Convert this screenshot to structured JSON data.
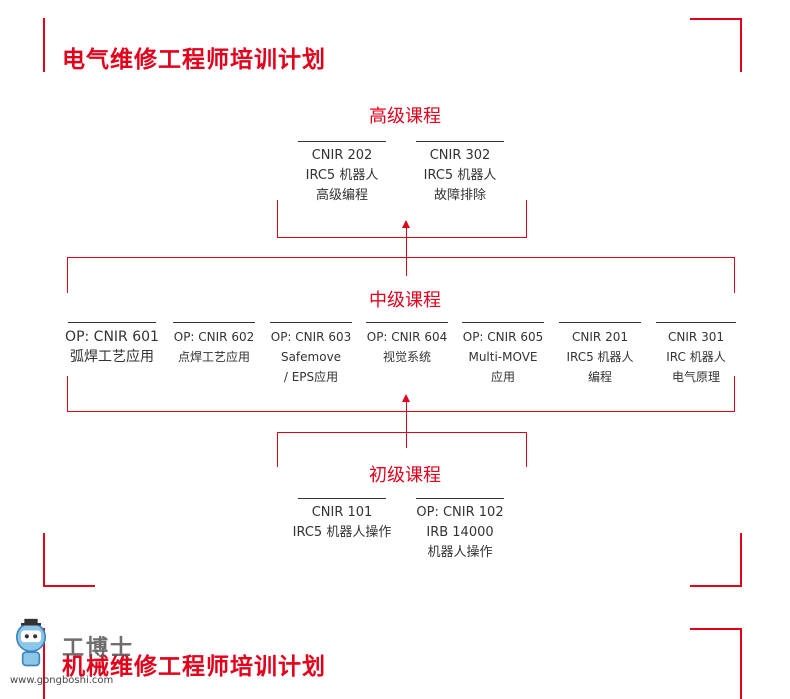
{
  "page": {
    "title": "电气维修工程师培训计划",
    "title_bottom": "机械维修工程师培训计划"
  },
  "accent_color": "#e3001b",
  "levels": {
    "advanced": {
      "label": "高级课程",
      "courses": [
        {
          "lines": [
            "CNIR 202",
            "IRC5 机器人",
            "高级编程"
          ]
        },
        {
          "lines": [
            "CNIR 302",
            "IRC5 机器人",
            "故障排除"
          ]
        }
      ]
    },
    "intermediate": {
      "label": "中级课程",
      "courses": [
        {
          "lines": [
            "OP: CNIR 601",
            "弧焊工艺应用"
          ]
        },
        {
          "lines": [
            "OP: CNIR 602",
            "点焊工艺应用"
          ]
        },
        {
          "lines": [
            "OP: CNIR 603",
            "Safemove",
            "/ EPS应用"
          ]
        },
        {
          "lines": [
            "OP: CNIR 604",
            "视觉系统"
          ]
        },
        {
          "lines": [
            "OP: CNIR 605",
            "Multi-MOVE",
            "应用"
          ]
        },
        {
          "lines": [
            "CNIR 201",
            "IRC5 机器人",
            "编程"
          ]
        },
        {
          "lines": [
            "CNIR 301",
            "IRC 机器人",
            "电气原理"
          ]
        }
      ]
    },
    "beginner": {
      "label": "初级课程",
      "courses": [
        {
          "lines": [
            "CNIR 101",
            "IRC5 机器人操作"
          ]
        },
        {
          "lines": [
            "OP: CNIR 102",
            "IRB 14000",
            "机器人操作"
          ]
        }
      ]
    }
  },
  "watermark": {
    "brand": "工博士",
    "url": "www.gongboshi.com"
  }
}
